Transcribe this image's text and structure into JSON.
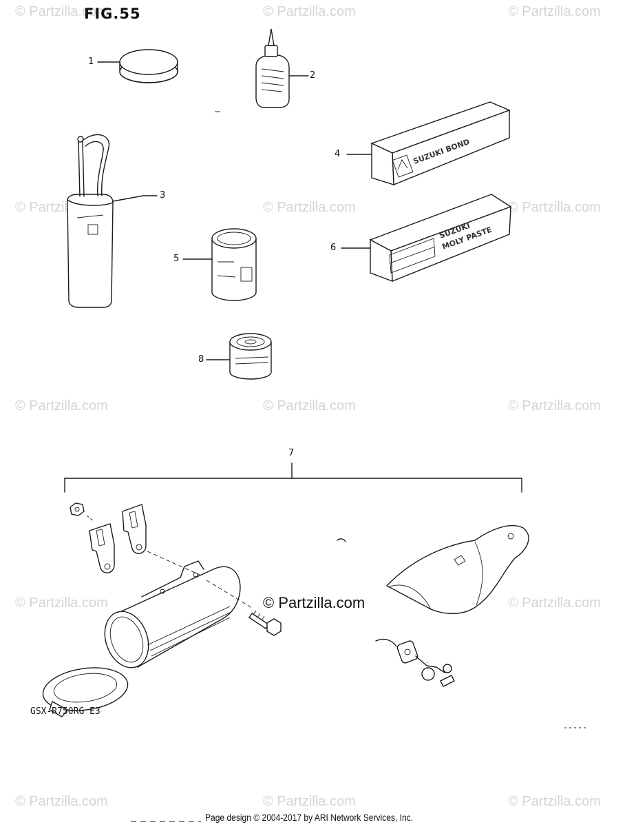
{
  "figure": {
    "title": "FIG.55",
    "model_code": "GSX-R750RG  E3"
  },
  "watermark": {
    "text": "© Partzilla.com"
  },
  "footer": {
    "text": "Page design © 2004-2017 by ARI Network Services, Inc."
  },
  "callouts": [
    {
      "number": "1",
      "part": "grease-tin"
    },
    {
      "number": "2",
      "part": "oil-bottle"
    },
    {
      "number": "3",
      "part": "oil-can-with-nozzle"
    },
    {
      "number": "4",
      "part": "suzuki-bond-tube-box"
    },
    {
      "number": "5",
      "part": "paint-can"
    },
    {
      "number": "6",
      "part": "moly-paste-box"
    },
    {
      "number": "7",
      "part": "lock-kit"
    },
    {
      "number": "8",
      "part": "small-can"
    }
  ],
  "box_labels": {
    "bond": "SUZUKI BOND",
    "moly_brand": "SUZUKI",
    "moly": "MOLY PASTE"
  }
}
